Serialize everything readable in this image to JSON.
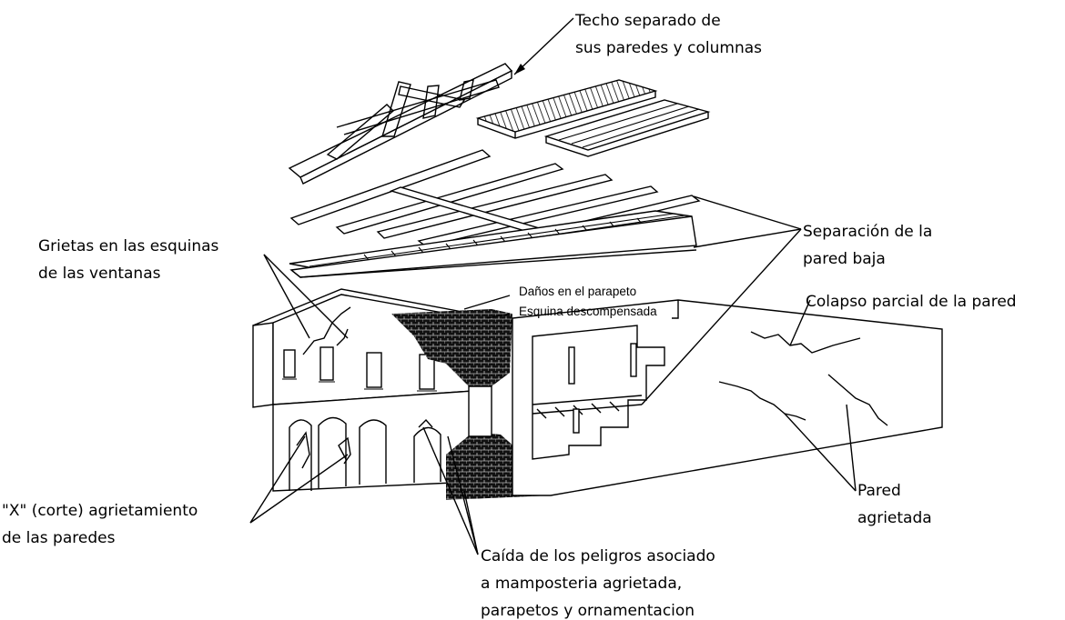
{
  "labels": {
    "roof_separated": [
      "Techo separado de",
      "sus paredes y columnas"
    ],
    "wall_separation": [
      "Separación de la",
      "pared baja"
    ],
    "window_corner_cracks": [
      "Grietas en las esquinas",
      "de las  ventanas"
    ],
    "parapet_damage": "Daños en el parapeto",
    "uncompensated_corner": "Esquina descompensada",
    "partial_collapse": "Colapso parcial de la pared",
    "x_cracking": [
      "\"X\" (corte) agrietamiento",
      "de las paredes"
    ],
    "cracked_wall": [
      "Pared",
      "agrietada"
    ],
    "falling_hazards": [
      "Caída de los peligros asociado",
      "a mamposteria agrietada,",
      "parapetos y ornamentacion"
    ]
  }
}
